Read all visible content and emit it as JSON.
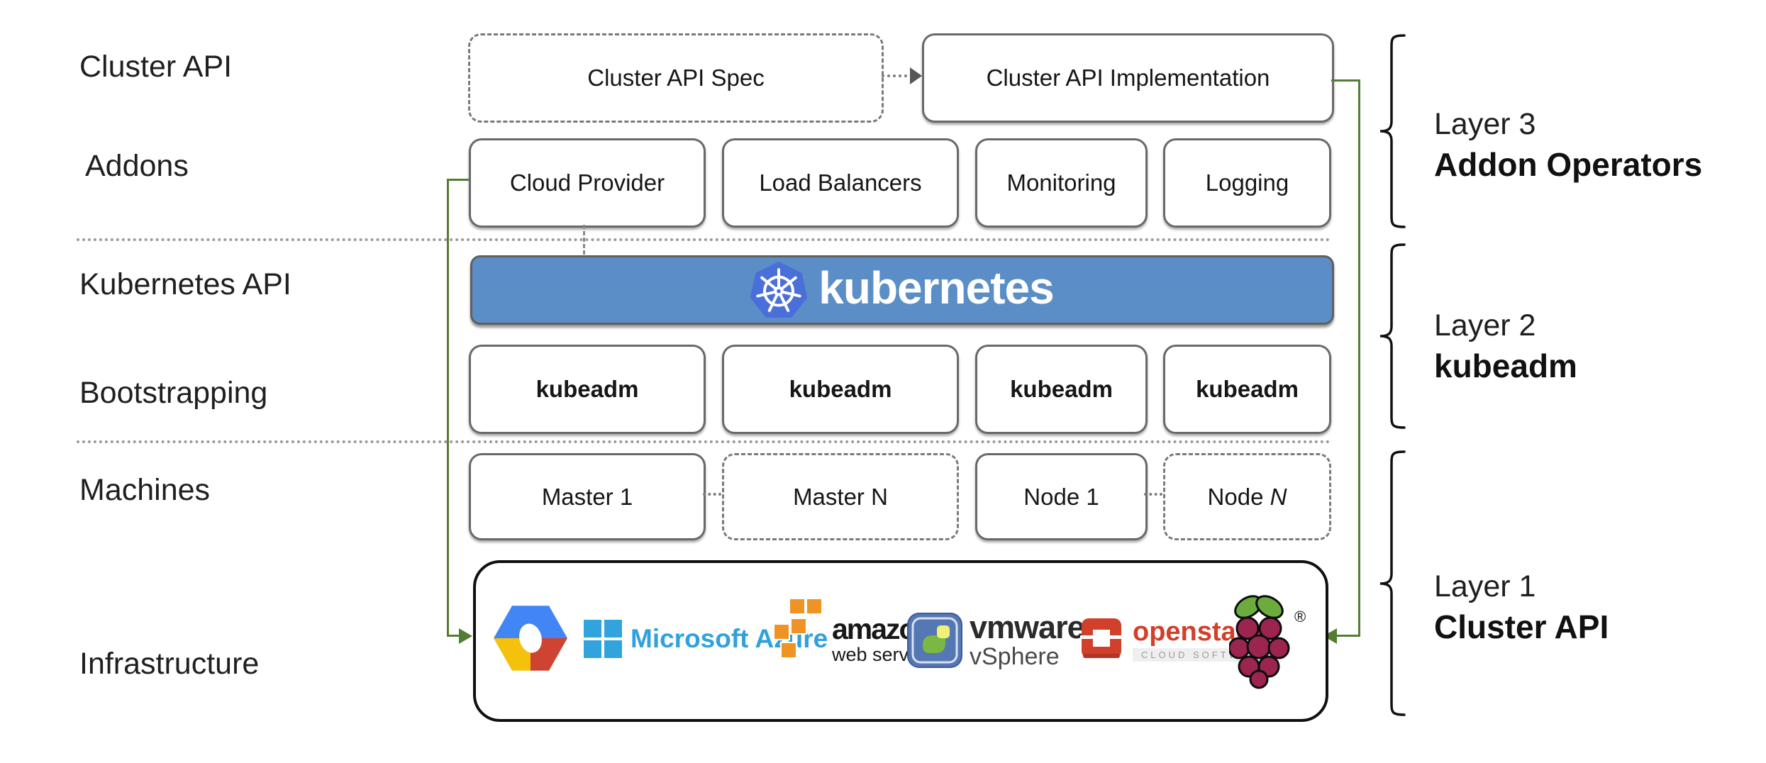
{
  "row_labels": {
    "cluster_api": "Cluster API",
    "addons": "Addons",
    "kubernetes_api": "Kubernetes API",
    "bootstrapping": "Bootstrapping",
    "machines": "Machines",
    "infrastructure": "Infrastructure"
  },
  "top_row": {
    "spec_label": "Cluster API Spec",
    "impl_label": "Cluster API Implementation"
  },
  "addon_boxes": [
    "Cloud Provider",
    "Load Balancers",
    "Monitoring",
    "Logging"
  ],
  "kubernetes_banner": {
    "wordmark": "kubernetes"
  },
  "bootstrap_boxes": [
    "kubeadm",
    "kubeadm",
    "kubeadm",
    "kubeadm"
  ],
  "machine_boxes": {
    "master1": "Master 1",
    "masterN": "Master N",
    "node1": "Node 1",
    "nodeN_prefix": "Node ",
    "nodeN_suffix": "N"
  },
  "layer_brackets": [
    {
      "line1": "Layer 3",
      "line2": "Addon Operators"
    },
    {
      "line1": "Layer 2",
      "line2": "kubeadm"
    },
    {
      "line1": "Layer 1",
      "line2": "Cluster API"
    }
  ],
  "infrastructure_logos": {
    "gcp_icon": "google-cloud-logo",
    "azure_label": "Microsoft Azure",
    "aws_amazon": "amazon",
    "aws_webservices": "web services",
    "vmware_word": "vmware",
    "vmware_product": "vSphere",
    "openstack_word": "openstack",
    "openstack_tm": "™",
    "openstack_sub": "CLOUD SOFTWARE",
    "rpi_reg": "®"
  },
  "colors": {
    "banner_blue": "#5b8ec6",
    "k8s_logo_blue": "#4a6fd9",
    "connector_green": "#527d32",
    "azure_blue": "#30a1dc",
    "aws_orange": "#f19100",
    "vmware_blue": "#5577b3",
    "openstack_red": "#d0402b",
    "rpi_berry": "#9c2550",
    "rpi_leaf": "#6cac3d"
  }
}
